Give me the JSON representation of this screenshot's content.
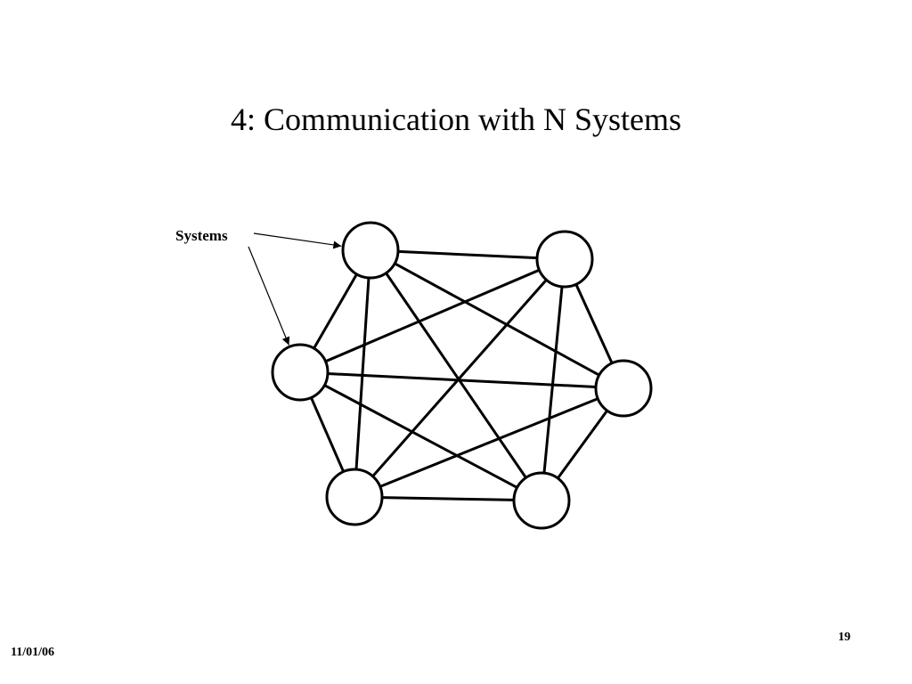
{
  "slide": {
    "title": "4:  Communication with N Systems",
    "callout_label": "Systems",
    "date": "11/01/06",
    "page_number": "19"
  },
  "diagram": {
    "nodes": [
      {
        "id": "n1",
        "label": ""
      },
      {
        "id": "n2",
        "label": ""
      },
      {
        "id": "n3",
        "label": ""
      },
      {
        "id": "n4",
        "label": ""
      },
      {
        "id": "n5",
        "label": ""
      },
      {
        "id": "n6",
        "label": ""
      }
    ],
    "edges": [
      [
        "n1",
        "n2"
      ],
      [
        "n1",
        "n3"
      ],
      [
        "n1",
        "n4"
      ],
      [
        "n1",
        "n5"
      ],
      [
        "n1",
        "n6"
      ],
      [
        "n2",
        "n3"
      ],
      [
        "n2",
        "n4"
      ],
      [
        "n2",
        "n5"
      ],
      [
        "n2",
        "n6"
      ],
      [
        "n3",
        "n4"
      ],
      [
        "n3",
        "n5"
      ],
      [
        "n3",
        "n6"
      ],
      [
        "n4",
        "n5"
      ],
      [
        "n4",
        "n6"
      ],
      [
        "n5",
        "n6"
      ]
    ],
    "callout_targets": [
      "n1",
      "n3"
    ]
  }
}
